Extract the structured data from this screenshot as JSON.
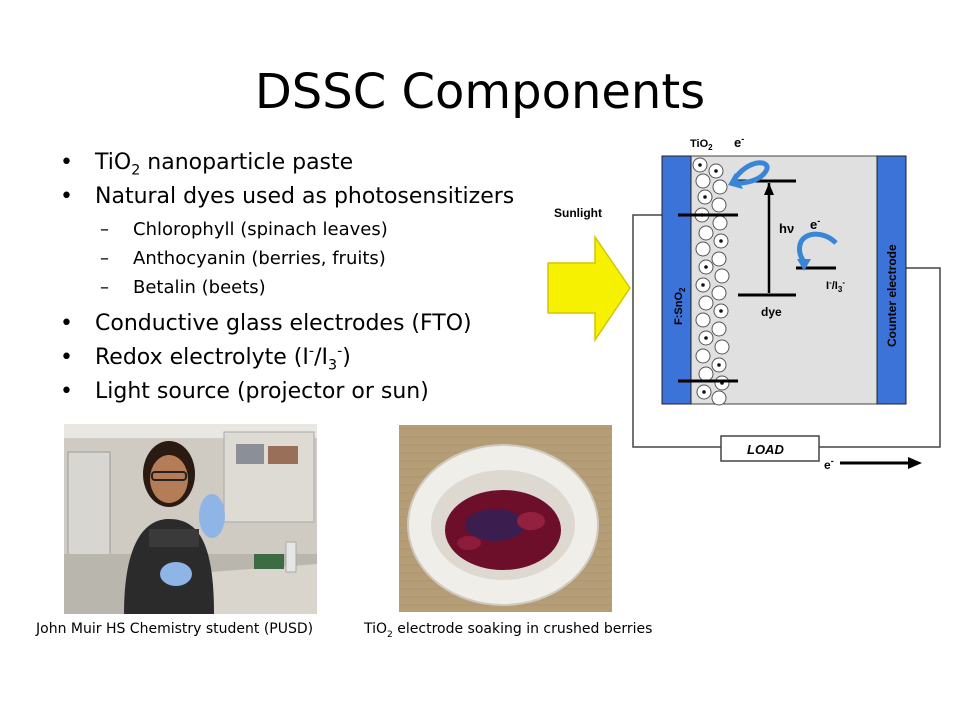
{
  "slide": {
    "title": "DSSC Components",
    "bullets": {
      "b1_pre": "TiO",
      "b1_sub": "2",
      "b1_post": " nanoparticle paste",
      "b2": "Natural dyes used as photosensitizers",
      "s1": "Chlorophyll (spinach leaves)",
      "s2": "Anthocyanin (berries, fruits)",
      "s3": "Betalin (beets)",
      "b3": "Conductive glass electrodes (FTO)",
      "b4_pre": "Redox electrolyte (I",
      "b4_sup1": "-",
      "b4_mid": "/I",
      "b4_sub": "3",
      "b4_sup2": "-",
      "b4_post": ")",
      "b5": "Light source (projector or sun)"
    },
    "captions": {
      "left": "John Muir HS Chemistry student (PUSD)",
      "right_pre": "TiO",
      "right_sub": "2",
      "right_post": " electrode soaking in crushed berries"
    },
    "diagram": {
      "tio2_pre": "TiO",
      "tio2_sub": "2",
      "electron": "e",
      "minus": "-",
      "sunlight": "Sunlight",
      "fto_pre": "F:SnO",
      "fto_sub": "2",
      "hv": "hν",
      "dye": "dye",
      "redox_pre": "I",
      "redox_mid": "/I",
      "redox_sub": "3",
      "counter": "Counter electrode",
      "load": "LOAD"
    },
    "colors": {
      "electrode_blue": "#3b73d9",
      "cell_gray": "#e0e0e0",
      "arrow_yellow": "#f6f100",
      "curved_arrow_blue": "#3a86d6"
    }
  }
}
